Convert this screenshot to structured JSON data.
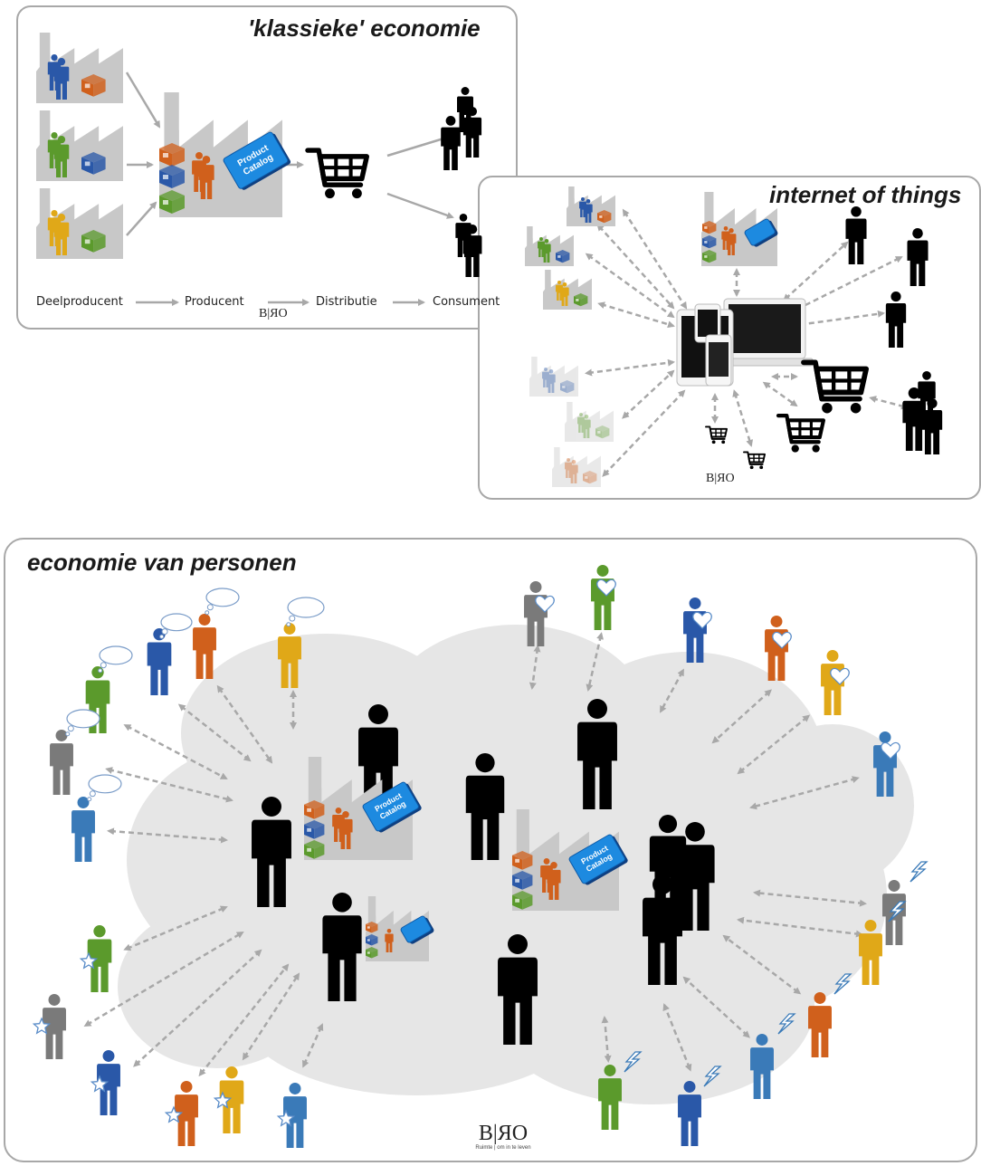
{
  "classic": {
    "title": "'klassieke' economie",
    "stages": [
      "Deelproducent",
      "Producent",
      "Distributie",
      "Consument"
    ],
    "catalog": [
      "Product",
      "Catalog"
    ]
  },
  "iot": {
    "title": "internet of things"
  },
  "persons": {
    "title": "economie van personen"
  },
  "logo": {
    "mark": "B|ЯO",
    "tagline": "Ruimte | om in te leven"
  },
  "colors": {
    "blue": "#2a58a8",
    "green": "#5b9a2c",
    "gold": "#e0a818",
    "orange": "#d0601c",
    "gray": "#7a7a7a",
    "steel": "#3a7ab8",
    "factory": "#c8c8c8",
    "cloud": "#e6e6e6",
    "arrow": "#a8a8a8"
  }
}
